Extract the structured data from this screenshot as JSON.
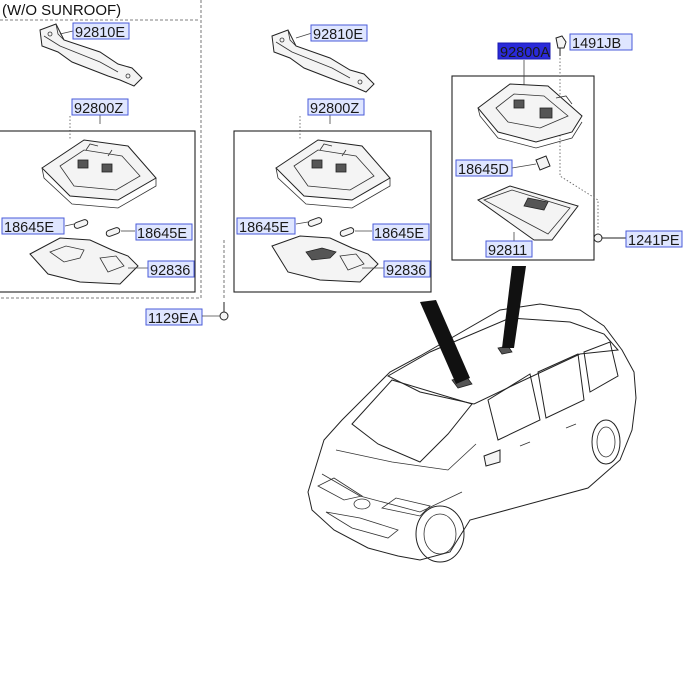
{
  "note": "(W/O SUNROOF)",
  "labels": {
    "l1_92810E": "92810E",
    "l1_92800Z": "92800Z",
    "l1_18645E_a": "18645E",
    "l1_18645E_b": "18645E",
    "l1_92836": "92836",
    "l2_92810E": "92810E",
    "l2_92800Z": "92800Z",
    "l2_18645E_a": "18645E",
    "l2_18645E_b": "18645E",
    "l2_92836": "92836",
    "l3_92800A": "92800A",
    "l3_1491JB": "1491JB",
    "l3_18645D": "18645D",
    "l3_92811": "92811",
    "l3_1241PE": "1241PE",
    "s_1129EA": "1129EA"
  },
  "colors": {
    "label_fill": "#dfe6ff",
    "label_border": "#4a5bd8",
    "highlight_fill": "#2a2ad9"
  }
}
